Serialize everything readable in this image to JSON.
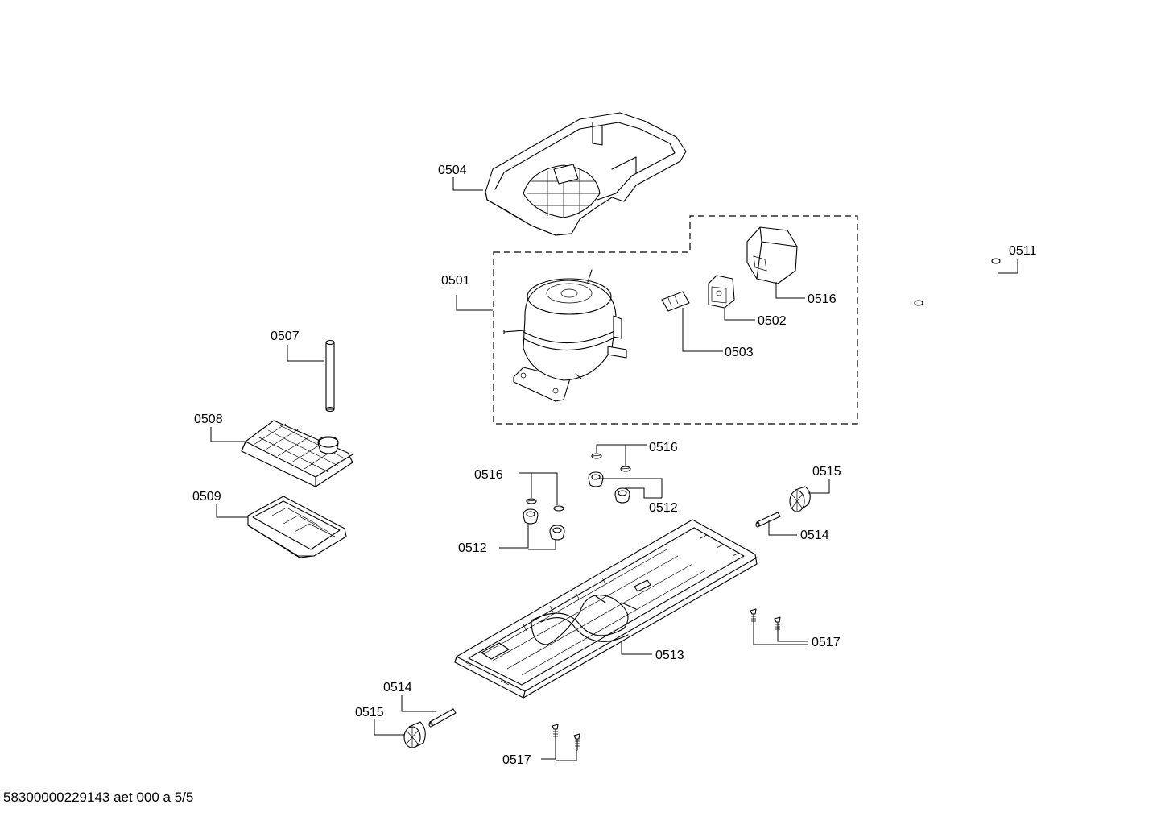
{
  "labels": {
    "l0501": "0501",
    "l0502": "0502",
    "l0503": "0503",
    "l0504": "0504",
    "l0507": "0507",
    "l0508": "0508",
    "l0509": "0509",
    "l0511": "0511",
    "l0512a": "0512",
    "l0512b": "0512",
    "l0513": "0513",
    "l0514a": "0514",
    "l0514b": "0514",
    "l0515a": "0515",
    "l0515b": "0515",
    "l0516a": "0516",
    "l0516b": "0516",
    "l0516c": "0516",
    "l0517a": "0517",
    "l0517b": "0517"
  },
  "footer": "58300000229143 aet 000 a 5/5"
}
